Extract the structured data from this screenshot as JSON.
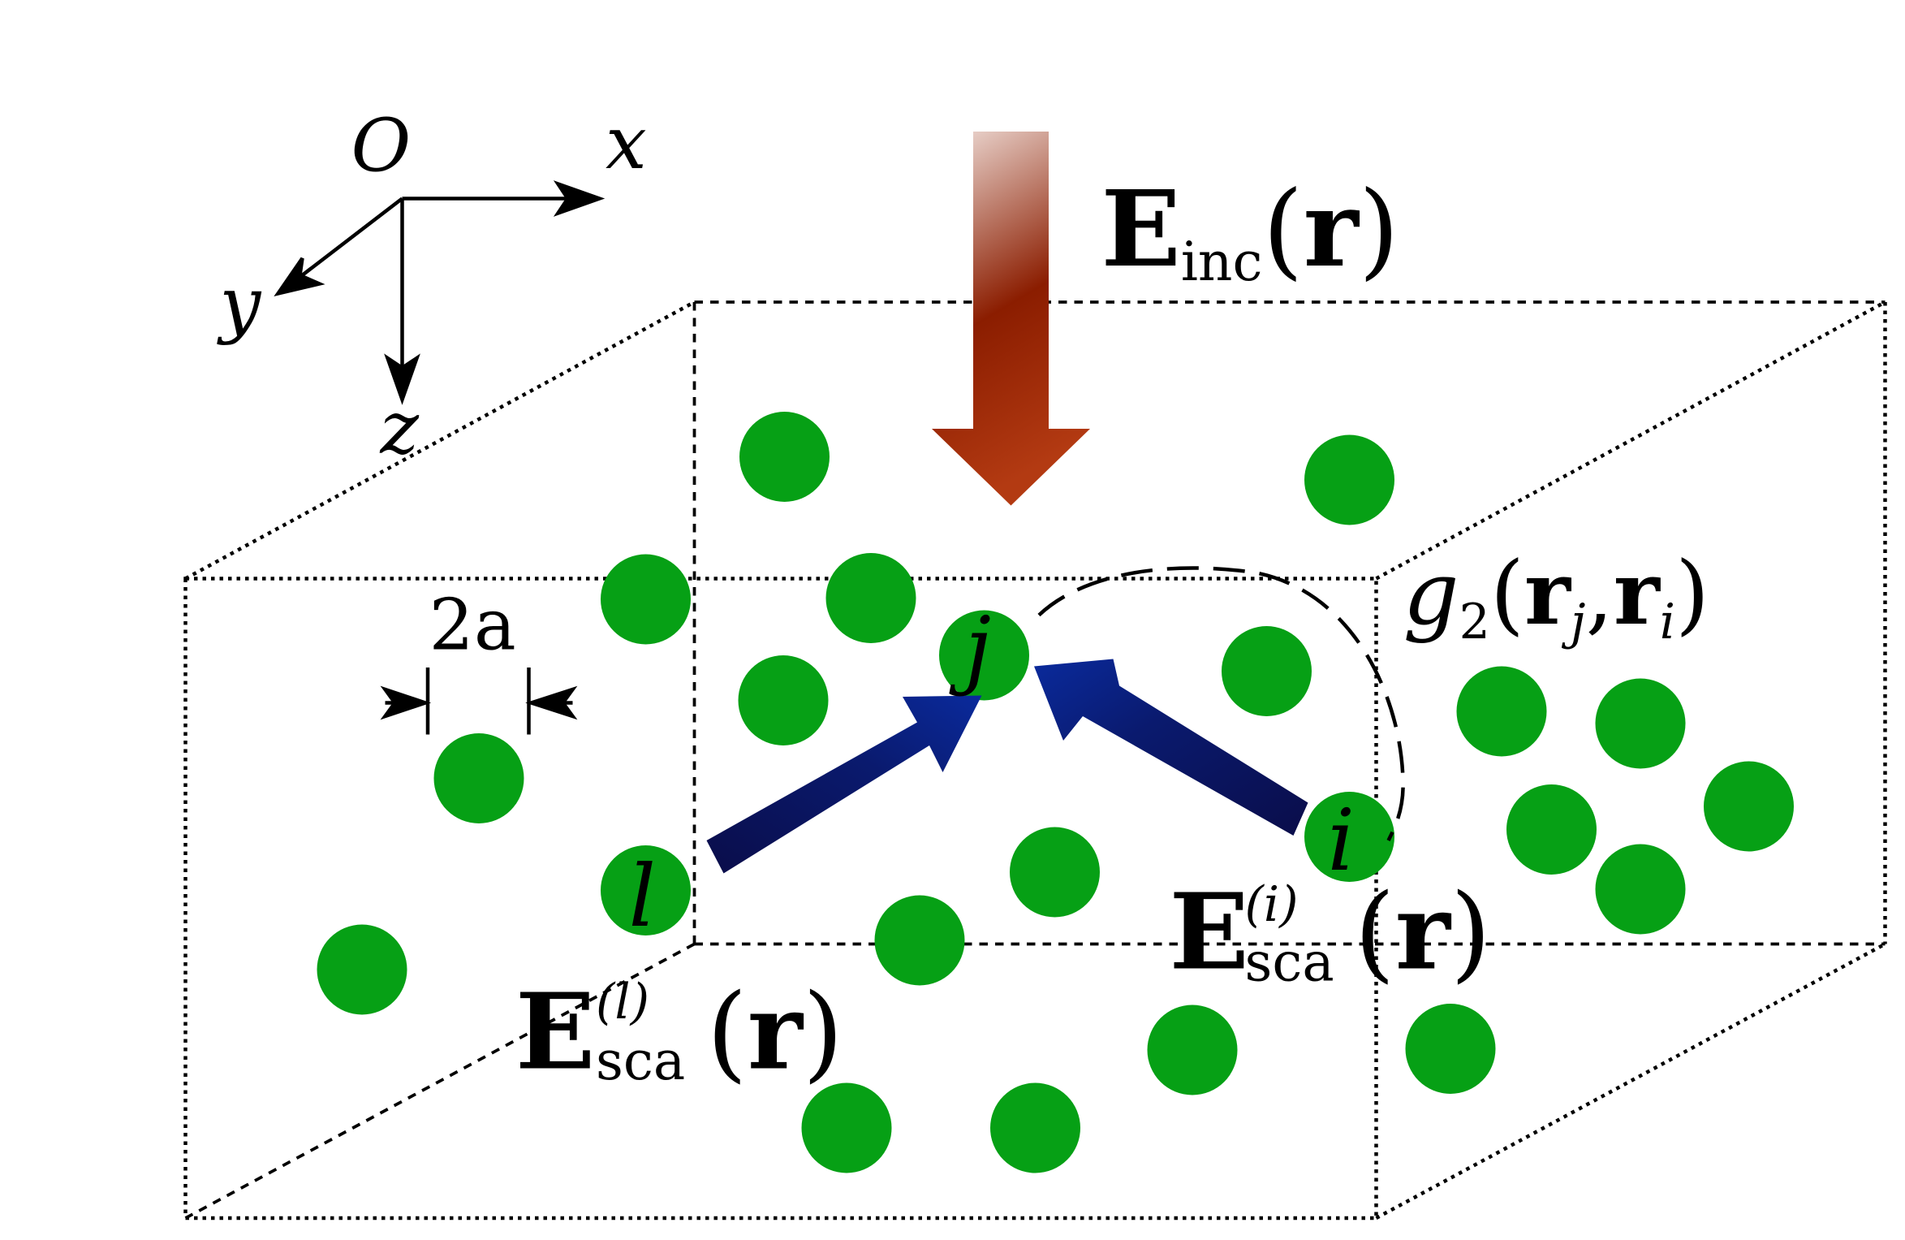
{
  "axes": {
    "origin": "O",
    "x": "x",
    "y": "y",
    "z": "z"
  },
  "incident_field": {
    "main": "E",
    "sub": "inc",
    "arg": "r"
  },
  "radius_label": "2a",
  "pair_correlation": {
    "func": "g",
    "sub": "2",
    "arg1": "r",
    "arg1_sub": "j",
    "arg2": "r",
    "arg2_sub": "i"
  },
  "particles": {
    "j": "j",
    "i": "i",
    "l": "l"
  },
  "scattered_i": {
    "main": "E",
    "sup": "(i)",
    "sub": "sca",
    "arg": "r"
  },
  "scattered_l": {
    "main": "E",
    "sup": "(l)",
    "sub": "sca",
    "arg": "r"
  },
  "colors": {
    "particle": "#06a015",
    "incident_arrow_top": "#f2e3de",
    "incident_arrow_mid": "#8b1d00",
    "incident_arrow_tip": "#b33a12",
    "scatter_arrow_dark": "#0a0d4a",
    "scatter_arrow_light": "#0a2a9c"
  }
}
